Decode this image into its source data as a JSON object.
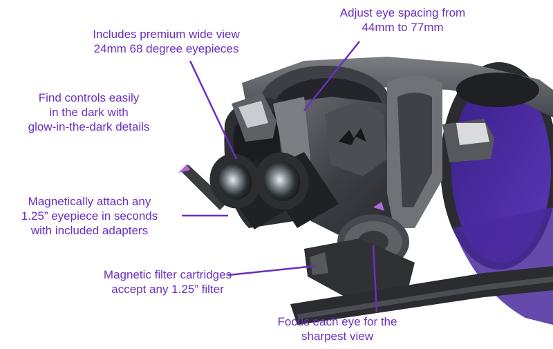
{
  "callouts": {
    "eye_spacing": {
      "line1": "Adjust eye spacing from",
      "line2": "44mm to 77mm"
    },
    "eyepieces": {
      "line1": "Includes premium wide view",
      "line2": "24mm 68 degree eyepieces"
    },
    "controls": {
      "line1": "Find controls easily",
      "line2": "in the dark with",
      "line3": "glow-in-the-dark details"
    },
    "magnetic_eyepiece": {
      "line1": "Magnetically attach any",
      "line2": "1.25” eyepiece in seconds",
      "line3": "with included adapters"
    },
    "filter": {
      "line1": "Magnetic filter cartridges",
      "line2": "accept any 1.25” filter"
    },
    "focus": {
      "line1": "Focus each eye for the",
      "line2": "sharpest view"
    }
  },
  "colors": {
    "annotation": "#6a2fc0",
    "body_dark": "#2e3034",
    "body_mid": "#56595e",
    "lining": "#4a2a9e",
    "glow_tip": "#b06ad8"
  },
  "icons": [
    "emblem-icon"
  ]
}
